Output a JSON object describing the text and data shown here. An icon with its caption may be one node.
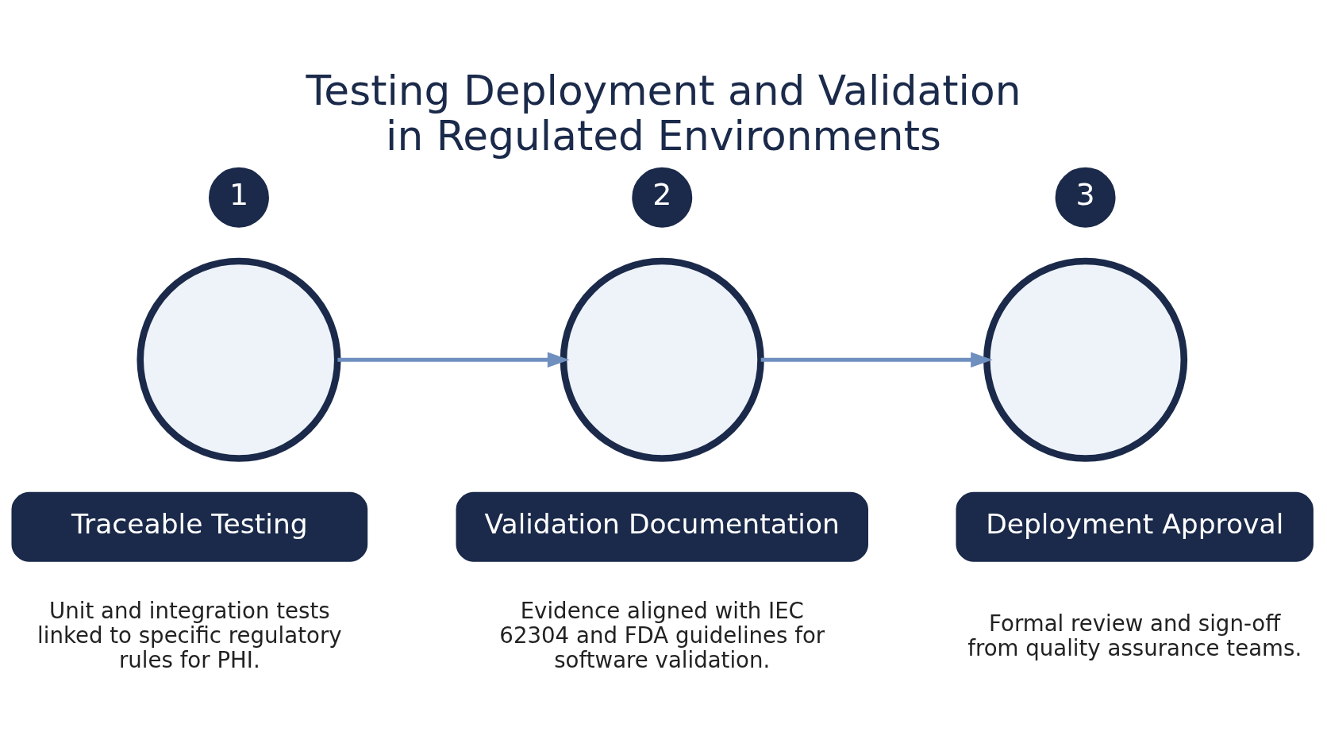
{
  "diagram": {
    "title": "Testing Deployment and Validation in Regulated Environments",
    "nodes": [
      {
        "text": [
          "1"
        ]
      },
      {
        "text": [],
        "shape": "circle"
      },
      {
        "text": [
          "Traceable Testing"
        ],
        "beside": [
          "Unit and integration tests linked to specific regulatory rules for PHI."
        ]
      },
      {
        "text": [
          "2"
        ]
      },
      {
        "text": [],
        "shape": "circle"
      },
      {
        "text": [
          "Validation Documentation"
        ],
        "beside": [
          "Evidence aligned with IEC 62304 and FDA guidelines for software validation."
        ]
      },
      {
        "text": [
          "3"
        ]
      },
      {
        "text": [],
        "shape": "circle"
      },
      {
        "text": [
          "Deployment Approval"
        ],
        "beside": [
          "Formal review and sign-off from quality assurance teams."
        ]
      }
    ],
    "edges": [
      {
        "from": 1,
        "to": 4,
        "arrow": "to"
      },
      {
        "from": 4,
        "to": 7,
        "arrow": "to"
      }
    ]
  }
}
